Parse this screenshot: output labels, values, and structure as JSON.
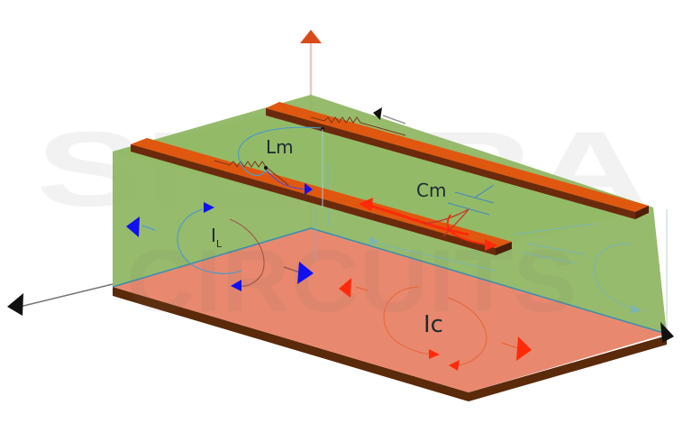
{
  "diagram": {
    "type": "3d-pcb-crosstalk-illustration",
    "labels": {
      "mutual_inductance": "Lm",
      "mutual_capacitance": "Cm",
      "inductive_current_main": "I",
      "inductive_current_sub": "L",
      "capacitive_current": "Ic"
    },
    "watermark": {
      "line1": "SIERRA",
      "line2": "CIRCUITS"
    },
    "colors": {
      "dielectric_green": "#8db55f",
      "ground_plane_salmon": "#e8896f",
      "trace_orange": "#e0580f",
      "trace_side": "#6b2a0c",
      "board_edge": "#5a2a0a",
      "blue_arrow": "#1010f0",
      "red_arrow": "#ff2a0a",
      "axis_black": "#111111",
      "axis_up_arrow": "#d94a1a",
      "field_line_blue": "#5aa0c8"
    },
    "elements": [
      {
        "name": "aggressor-trace",
        "desc": "front copper trace"
      },
      {
        "name": "victim-trace",
        "desc": "back copper trace"
      },
      {
        "name": "dielectric-layer",
        "desc": "green substrate"
      },
      {
        "name": "ground-plane",
        "desc": "salmon reference plane"
      },
      {
        "name": "z-axis",
        "desc": "vertical arrow up"
      },
      {
        "name": "x-axis",
        "desc": "arrow to left"
      },
      {
        "name": "y-axis",
        "desc": "arrow to right corner"
      }
    ]
  }
}
